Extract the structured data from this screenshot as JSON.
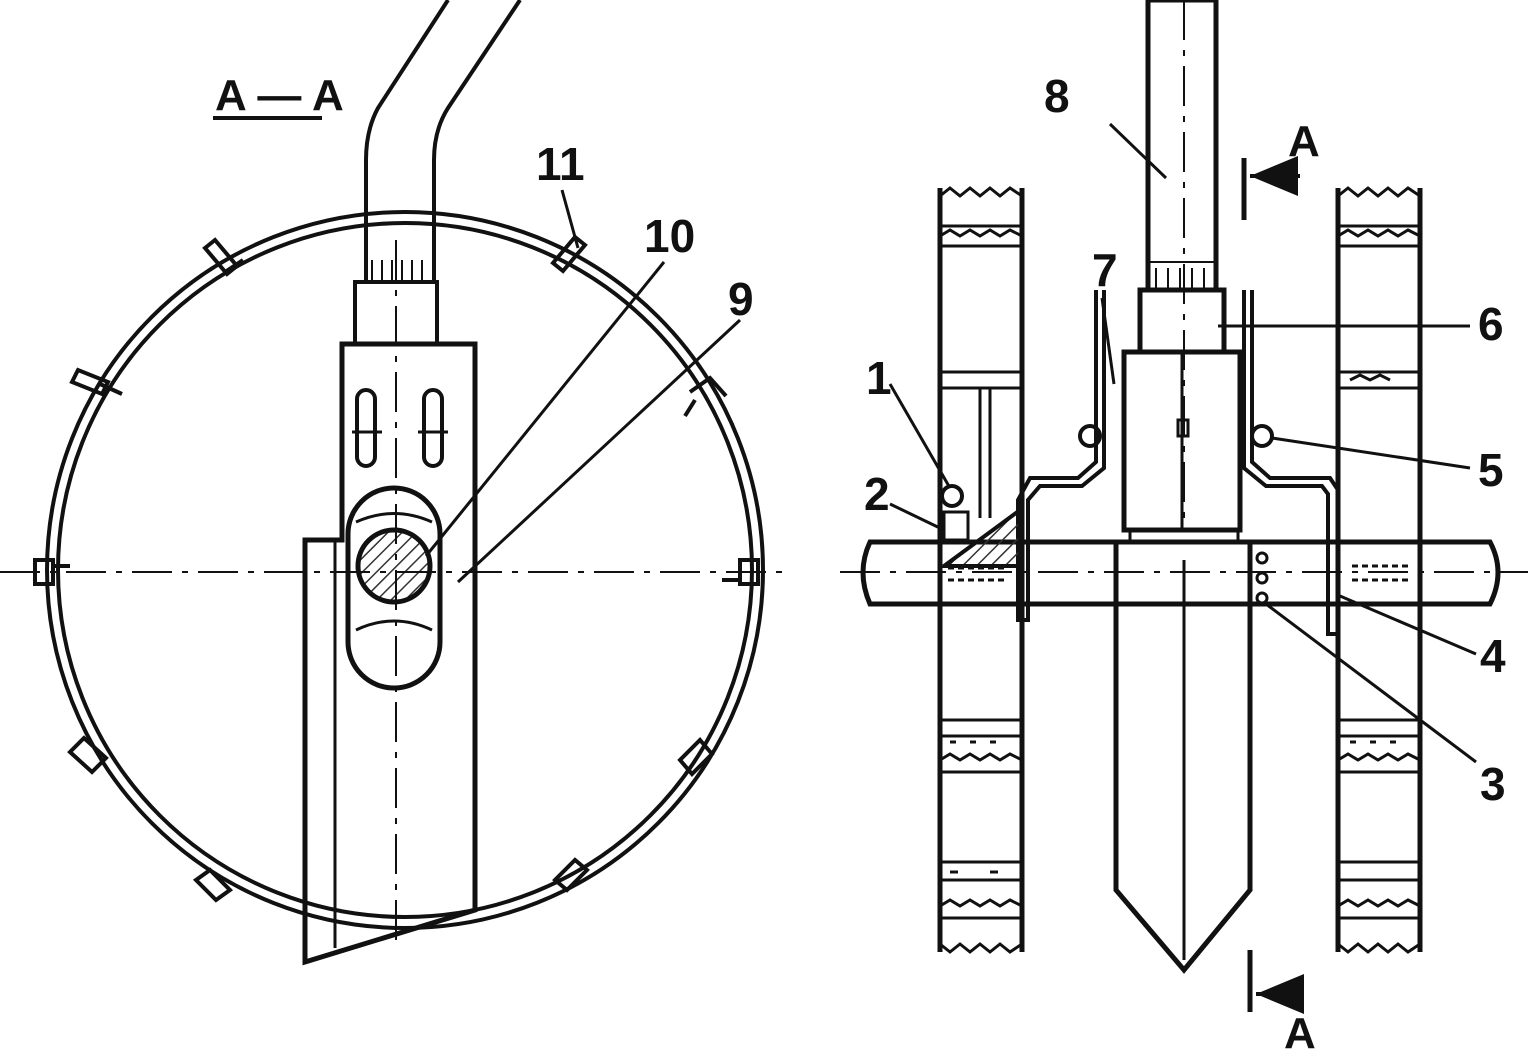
{
  "section_title": "A — A",
  "section_marks": {
    "top": "A",
    "bottom": "A"
  },
  "callouts": {
    "n1": "1",
    "n2": "2",
    "n3": "3",
    "n4": "4",
    "n5": "5",
    "n6": "6",
    "n7": "7",
    "n8": "8",
    "n9": "9",
    "n10": "10",
    "n11": "11"
  },
  "colors": {
    "ink": "#111111",
    "paper": "#ffffff",
    "hatch": "#333333"
  }
}
